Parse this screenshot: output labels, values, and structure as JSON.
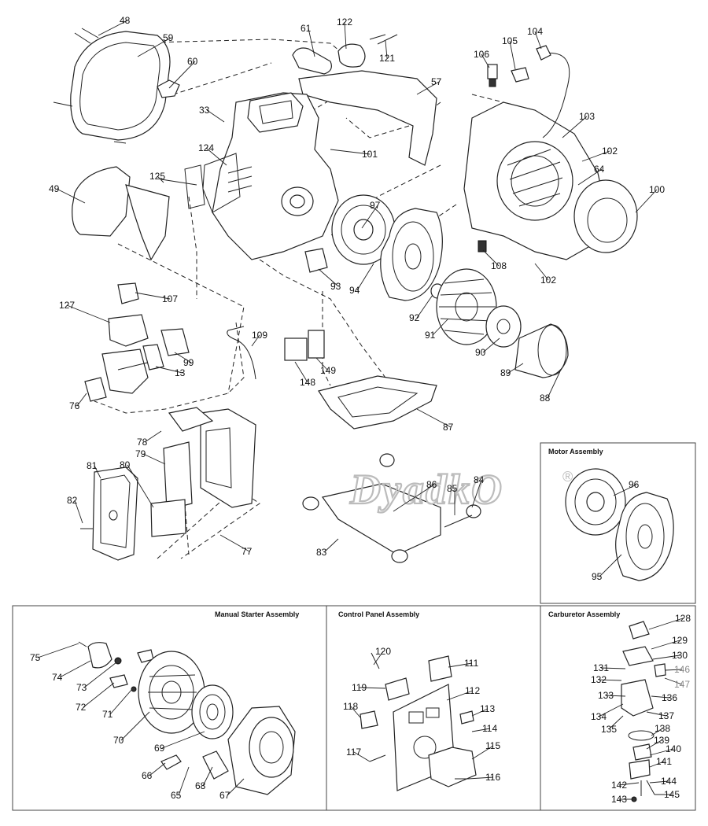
{
  "watermark": {
    "text": "DyadkO",
    "mark": "®"
  },
  "panels": {
    "motor": "Motor Assembly",
    "starter": "Manual Starter Assembly",
    "control": "Control Panel Assembly",
    "carb": "Carburetor Assembly"
  },
  "callouts": [
    {
      "id": "48",
      "t": "48"
    },
    {
      "id": "59",
      "t": "59"
    },
    {
      "id": "60",
      "t": "60"
    },
    {
      "id": "61",
      "t": "61"
    },
    {
      "id": "122",
      "t": "122"
    },
    {
      "id": "121",
      "t": "121"
    },
    {
      "id": "57",
      "t": "57"
    },
    {
      "id": "33",
      "t": "33"
    },
    {
      "id": "124",
      "t": "124"
    },
    {
      "id": "101",
      "t": "101"
    },
    {
      "id": "49",
      "t": "49"
    },
    {
      "id": "125",
      "t": "125"
    },
    {
      "id": "106",
      "t": "106"
    },
    {
      "id": "105",
      "t": "105"
    },
    {
      "id": "104",
      "t": "104"
    },
    {
      "id": "103",
      "t": "103"
    },
    {
      "id": "102a",
      "t": "102"
    },
    {
      "id": "64",
      "t": "64"
    },
    {
      "id": "100",
      "t": "100"
    },
    {
      "id": "108",
      "t": "108"
    },
    {
      "id": "102b",
      "t": "102"
    },
    {
      "id": "97",
      "t": "97"
    },
    {
      "id": "93",
      "t": "93"
    },
    {
      "id": "94",
      "t": "94"
    },
    {
      "id": "92",
      "t": "92"
    },
    {
      "id": "91",
      "t": "91"
    },
    {
      "id": "90",
      "t": "90"
    },
    {
      "id": "89",
      "t": "89"
    },
    {
      "id": "88",
      "t": "88"
    },
    {
      "id": "127",
      "t": "127"
    },
    {
      "id": "107",
      "t": "107"
    },
    {
      "id": "99",
      "t": "99"
    },
    {
      "id": "13",
      "t": "13"
    },
    {
      "id": "76",
      "t": "76"
    },
    {
      "id": "109",
      "t": "109"
    },
    {
      "id": "148",
      "t": "148"
    },
    {
      "id": "149",
      "t": "149"
    },
    {
      "id": "87",
      "t": "87"
    },
    {
      "id": "78",
      "t": "78"
    },
    {
      "id": "79",
      "t": "79"
    },
    {
      "id": "81",
      "t": "81"
    },
    {
      "id": "80",
      "t": "80"
    },
    {
      "id": "82",
      "t": "82"
    },
    {
      "id": "77",
      "t": "77"
    },
    {
      "id": "86",
      "t": "86"
    },
    {
      "id": "85",
      "t": "85"
    },
    {
      "id": "84",
      "t": "84"
    },
    {
      "id": "83",
      "t": "83"
    },
    {
      "id": "96",
      "t": "96"
    },
    {
      "id": "95",
      "t": "95"
    },
    {
      "id": "75",
      "t": "75"
    },
    {
      "id": "74",
      "t": "74"
    },
    {
      "id": "73",
      "t": "73"
    },
    {
      "id": "72",
      "t": "72"
    },
    {
      "id": "71",
      "t": "71"
    },
    {
      "id": "70",
      "t": "70"
    },
    {
      "id": "69",
      "t": "69"
    },
    {
      "id": "66",
      "t": "66"
    },
    {
      "id": "65",
      "t": "65"
    },
    {
      "id": "68",
      "t": "68"
    },
    {
      "id": "67",
      "t": "67"
    },
    {
      "id": "120",
      "t": "120"
    },
    {
      "id": "111",
      "t": "111"
    },
    {
      "id": "119",
      "t": "119"
    },
    {
      "id": "112",
      "t": "112"
    },
    {
      "id": "118",
      "t": "118"
    },
    {
      "id": "113",
      "t": "113"
    },
    {
      "id": "114",
      "t": "114"
    },
    {
      "id": "115",
      "t": "115"
    },
    {
      "id": "117",
      "t": "117"
    },
    {
      "id": "116",
      "t": "116"
    },
    {
      "id": "128",
      "t": "128"
    },
    {
      "id": "129",
      "t": "129"
    },
    {
      "id": "130",
      "t": "130"
    },
    {
      "id": "131",
      "t": "131"
    },
    {
      "id": "146",
      "t": "146"
    },
    {
      "id": "132",
      "t": "132"
    },
    {
      "id": "147",
      "t": "147"
    },
    {
      "id": "133",
      "t": "133"
    },
    {
      "id": "136",
      "t": "136"
    },
    {
      "id": "134",
      "t": "134"
    },
    {
      "id": "137",
      "t": "137"
    },
    {
      "id": "135",
      "t": "135"
    },
    {
      "id": "138",
      "t": "138"
    },
    {
      "id": "139",
      "t": "139"
    },
    {
      "id": "140",
      "t": "140"
    },
    {
      "id": "141",
      "t": "141"
    },
    {
      "id": "142",
      "t": "142"
    },
    {
      "id": "144",
      "t": "144"
    },
    {
      "id": "145",
      "t": "145"
    },
    {
      "id": "143",
      "t": "143"
    }
  ]
}
